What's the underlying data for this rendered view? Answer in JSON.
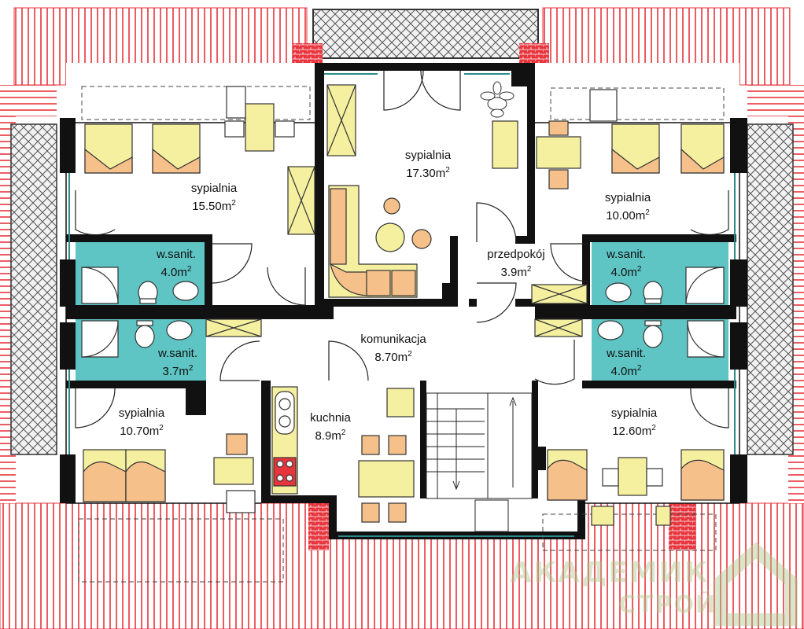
{
  "rooms": [
    {
      "name": "spypialnia_tl",
      "label": "sypialnia",
      "area": "15.50",
      "unit": "m",
      "exp": "2"
    },
    {
      "name": "spypialnia_c",
      "label": "sypialnia",
      "area": "17.30",
      "unit": "m",
      "exp": "2"
    },
    {
      "name": "spypialnia_tr",
      "label": "sypialnia",
      "area": "10.00",
      "unit": "m",
      "exp": "2"
    },
    {
      "name": "przedpokoj",
      "label": "przedpokój",
      "area": "3.9",
      "unit": "m",
      "exp": "2"
    },
    {
      "name": "wsanit_l1",
      "label": "w.sanit.",
      "area": "4.0",
      "unit": "m",
      "exp": "2"
    },
    {
      "name": "wsanit_l2",
      "label": "w.sanit.",
      "area": "3.7",
      "unit": "m",
      "exp": "2"
    },
    {
      "name": "wsanit_r1",
      "label": "w.sanit.",
      "area": "4.0",
      "unit": "m",
      "exp": "2"
    },
    {
      "name": "wsanit_r2",
      "label": "w.sanit.",
      "area": "4.0",
      "unit": "m",
      "exp": "2"
    },
    {
      "name": "komunikacja",
      "label": "komunikacja",
      "area": "8.70",
      "unit": "m",
      "exp": "2"
    },
    {
      "name": "kuchnia",
      "label": "kuchnia",
      "area": "8.9",
      "unit": "m",
      "exp": "2"
    },
    {
      "name": "spypialnia_bl",
      "label": "sypialnia",
      "area": "10.70",
      "unit": "m",
      "exp": "2"
    },
    {
      "name": "spypialnia_br",
      "label": "sypialnia",
      "area": "12.60",
      "unit": "m",
      "exp": "2"
    }
  ],
  "watermark": {
    "line1": "АКАДЕМИК",
    "line2": "СТРОЙ"
  },
  "colors": {
    "roof": "#e8343c",
    "wall": "#111111",
    "bath": "#5fc4c4",
    "furniture": "#f5f0a0",
    "bed": "#f5c08a",
    "lattice": "#d9d9d9"
  }
}
